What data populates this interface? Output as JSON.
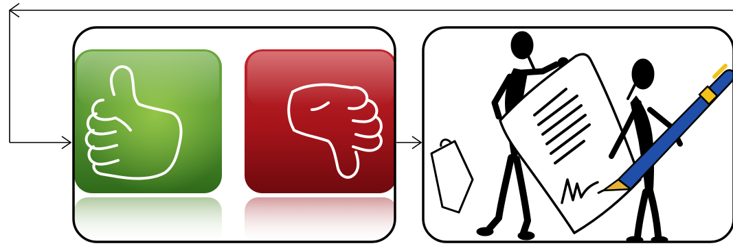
{
  "diagram": {
    "nodes": [
      {
        "id": "approval-panel",
        "content": [
          "thumbs-up-icon",
          "thumbs-down-icon"
        ]
      },
      {
        "id": "agreement-panel",
        "content": [
          "two-figures-signing-document-illustration",
          "pen-icon",
          "signature-scribble"
        ]
      }
    ],
    "edges": [
      {
        "from": "approval-panel",
        "to": "agreement-panel",
        "style": "arrow"
      },
      {
        "from": "agreement-panel",
        "to": "approval-panel",
        "style": "feedback-loop-arrow"
      }
    ],
    "colors": {
      "thumbs_up_tile": "#4f8f2e",
      "thumbs_down_tile": "#a5141a",
      "pen_body": "#1f4fa8",
      "pen_accent": "#f2c21a",
      "outline": "#000000"
    }
  }
}
